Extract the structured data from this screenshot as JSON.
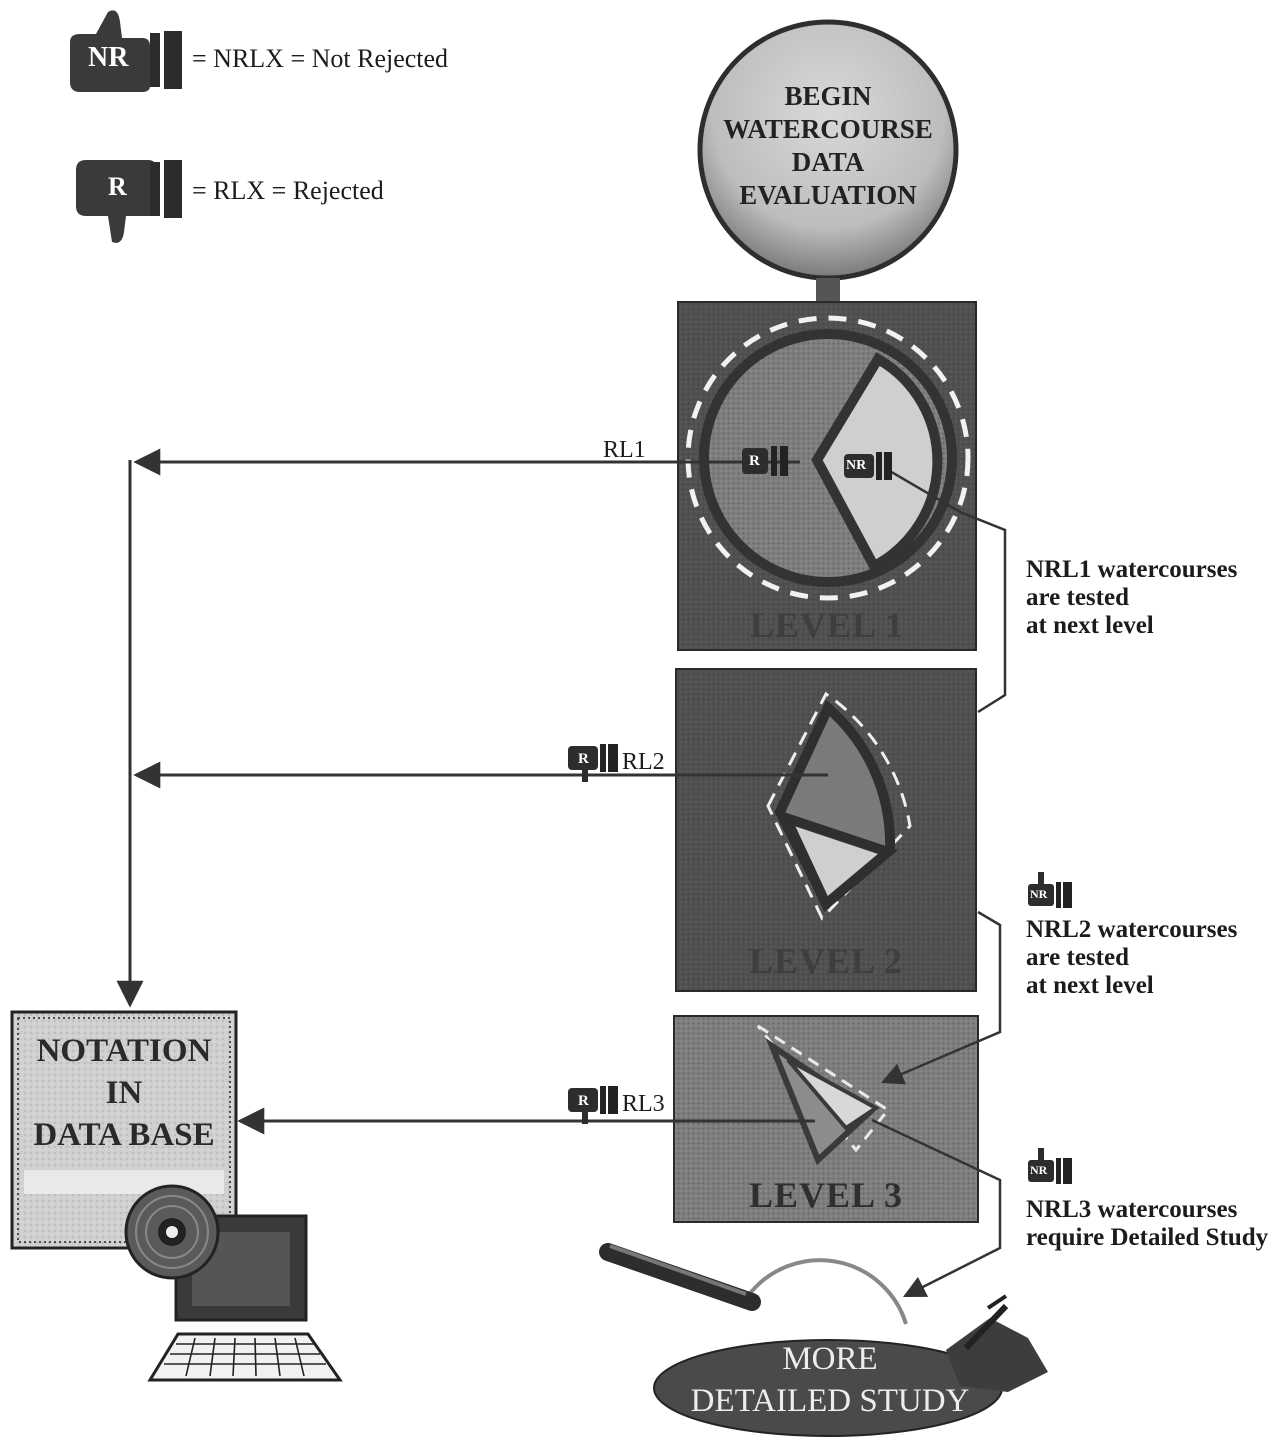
{
  "legend": {
    "not_rejected_badge": "NR",
    "not_rejected_text": "= NRLX = Not Rejected",
    "rejected_badge": "R",
    "rejected_text": "= RLX = Rejected"
  },
  "start": {
    "lines": [
      "BEGIN",
      "WATERCOURSE",
      "DATA",
      "EVALUATION"
    ]
  },
  "levels": [
    {
      "label": "LEVEL 1",
      "rejected_label": "RL1",
      "not_rejected_badge": "NR",
      "rejected_badge": "R"
    },
    {
      "label": "LEVEL 2",
      "rejected_label": "RL2",
      "rejected_badge": "R"
    },
    {
      "label": "LEVEL 3",
      "rejected_label": "RL3",
      "rejected_badge": "R"
    }
  ],
  "notes": {
    "level1": [
      "NRL1 watercourses",
      "are tested",
      "at next level"
    ],
    "level2": [
      "NRL2 watercourses",
      "are tested",
      "at next level"
    ],
    "level3": [
      "NRL3 watercourses",
      "require Detailed Study"
    ],
    "badge": "NR"
  },
  "database": {
    "lines": [
      "NOTATION",
      "IN",
      "DATA BASE"
    ]
  },
  "detailed_study": {
    "lines": [
      "MORE",
      "DETAILED STUDY"
    ]
  },
  "colors": {
    "panel_dark": "#4a4a4a",
    "panel_mid": "#707070",
    "slice_dark": "#6b6b6b",
    "slice_light": "#cfcfcf",
    "line": "#333333"
  }
}
